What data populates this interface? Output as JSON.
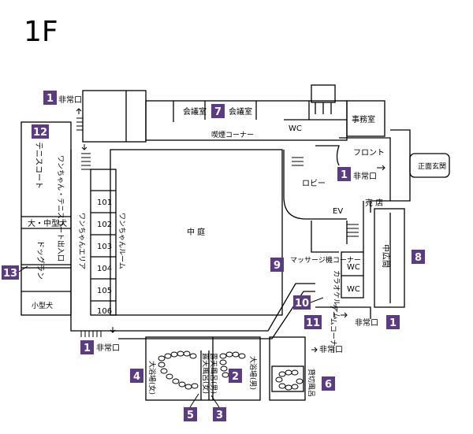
{
  "floor": "1F",
  "accent": "#5b3a86",
  "rooms": {
    "conference": "会議室",
    "smoking_corner": "喫煙コーナー",
    "wc": "WC",
    "office": "事務室",
    "front": "フロント",
    "entrance": "正面玄関",
    "lobby": "ロビー",
    "emergency_exit": "非常口",
    "ev": "EV",
    "shop": "売 店",
    "middle_hall": "中広間",
    "courtyard": "中 庭",
    "massage": "マッサージ機コーナー",
    "karaoke": "カラオケルーム",
    "game": "ゲームコーナー",
    "tennis": "テニスコート",
    "dog_run": "ドッグラン",
    "large_medium_dog": "大・中型犬",
    "small_dog": "小型犬",
    "wanchan_exit": "ワンちゃん・テニスコート出入口",
    "wanchan_area": "ワンちゃんエリア",
    "wanchan_room": "ワンちゃんルーム",
    "bath_women": "大浴場(女)",
    "bath_men": "大浴場(男)",
    "rotenburo_women": "露天風呂(女)",
    "rotenburo_men": "露天風呂(男)",
    "private_bath": "貸切風呂"
  },
  "room_numbers": [
    "101",
    "102",
    "103",
    "104",
    "105",
    "106"
  ],
  "badges": [
    "1",
    "2",
    "3",
    "4",
    "5",
    "6",
    "7",
    "8",
    "9",
    "10",
    "11",
    "12",
    "13"
  ]
}
